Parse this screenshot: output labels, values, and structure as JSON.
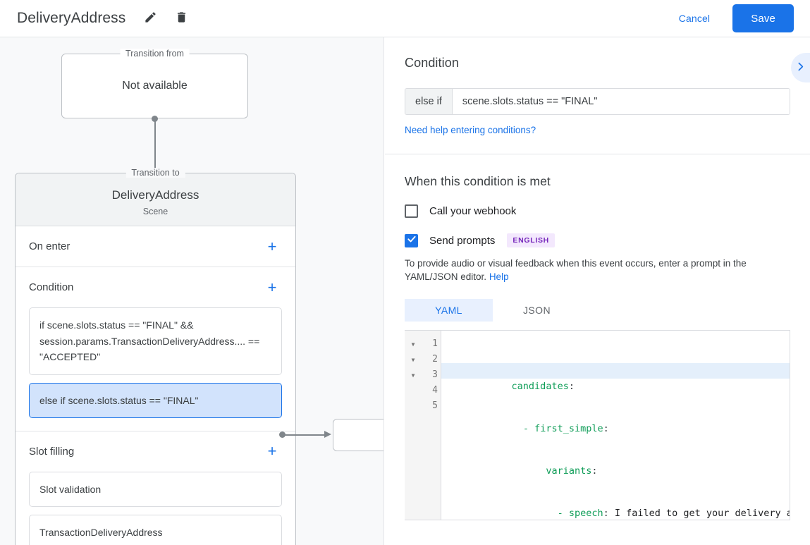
{
  "topbar": {
    "title": "DeliveryAddress",
    "edit_icon": "pencil-icon",
    "delete_icon": "trash-icon",
    "cancel_label": "Cancel",
    "save_label": "Save",
    "accent_color": "#1a73e8"
  },
  "canvas": {
    "transition_from": {
      "legend": "Transition from",
      "value": "Not available"
    },
    "transition_to": {
      "legend": "Transition to",
      "title": "DeliveryAddress",
      "subtitle": "Scene"
    },
    "sections": [
      {
        "title": "On enter",
        "add_label": "+",
        "items": []
      },
      {
        "title": "Condition",
        "add_label": "+",
        "items": [
          {
            "text": "if scene.slots.status == \"FINAL\" && session.params.TransactionDeliveryAddress.... == \"ACCEPTED\"",
            "selected": false
          },
          {
            "text": "else if scene.slots.status == \"FINAL\"",
            "selected": true
          }
        ]
      },
      {
        "title": "Slot filling",
        "add_label": "+",
        "items": [
          {
            "text": "Slot validation",
            "selected": false
          },
          {
            "text": "TransactionDeliveryAddress",
            "selected": false
          }
        ]
      }
    ]
  },
  "panel": {
    "collapse_icon": "chevron-right-icon",
    "condition": {
      "heading": "Condition",
      "prefix": "else if",
      "value": "scene.slots.status == \"FINAL\"",
      "help_link": "Need help entering conditions?"
    },
    "when_met": {
      "heading": "When this condition is met",
      "webhook": {
        "label": "Call your webhook",
        "checked": false
      },
      "send_prompts": {
        "label": "Send prompts",
        "badge": "ENGLISH",
        "checked": true
      },
      "description": "To provide audio or visual feedback when this event occurs, enter a prompt in the YAML/JSON editor.",
      "help_link": "Help",
      "tabs": [
        {
          "label": "YAML",
          "active": true
        },
        {
          "label": "JSON",
          "active": false
        }
      ],
      "editor": {
        "language": "yaml",
        "active_line": 1,
        "lines": [
          {
            "num": "1",
            "foldable": true,
            "indent": 0,
            "key": "candidates",
            "colon": ":",
            "value": ""
          },
          {
            "num": "2",
            "foldable": true,
            "indent": 1,
            "key": "- first_simple",
            "colon": ":",
            "value": ""
          },
          {
            "num": "3",
            "foldable": true,
            "indent": 2,
            "key": "variants",
            "colon": ":",
            "value": ""
          },
          {
            "num": "4",
            "foldable": false,
            "indent": 3,
            "key": "- speech",
            "colon": ":",
            "value": " I failed to get your delivery address"
          },
          {
            "num": "5",
            "foldable": false,
            "indent": 0,
            "key": "",
            "colon": "",
            "value": ""
          }
        ]
      }
    }
  }
}
